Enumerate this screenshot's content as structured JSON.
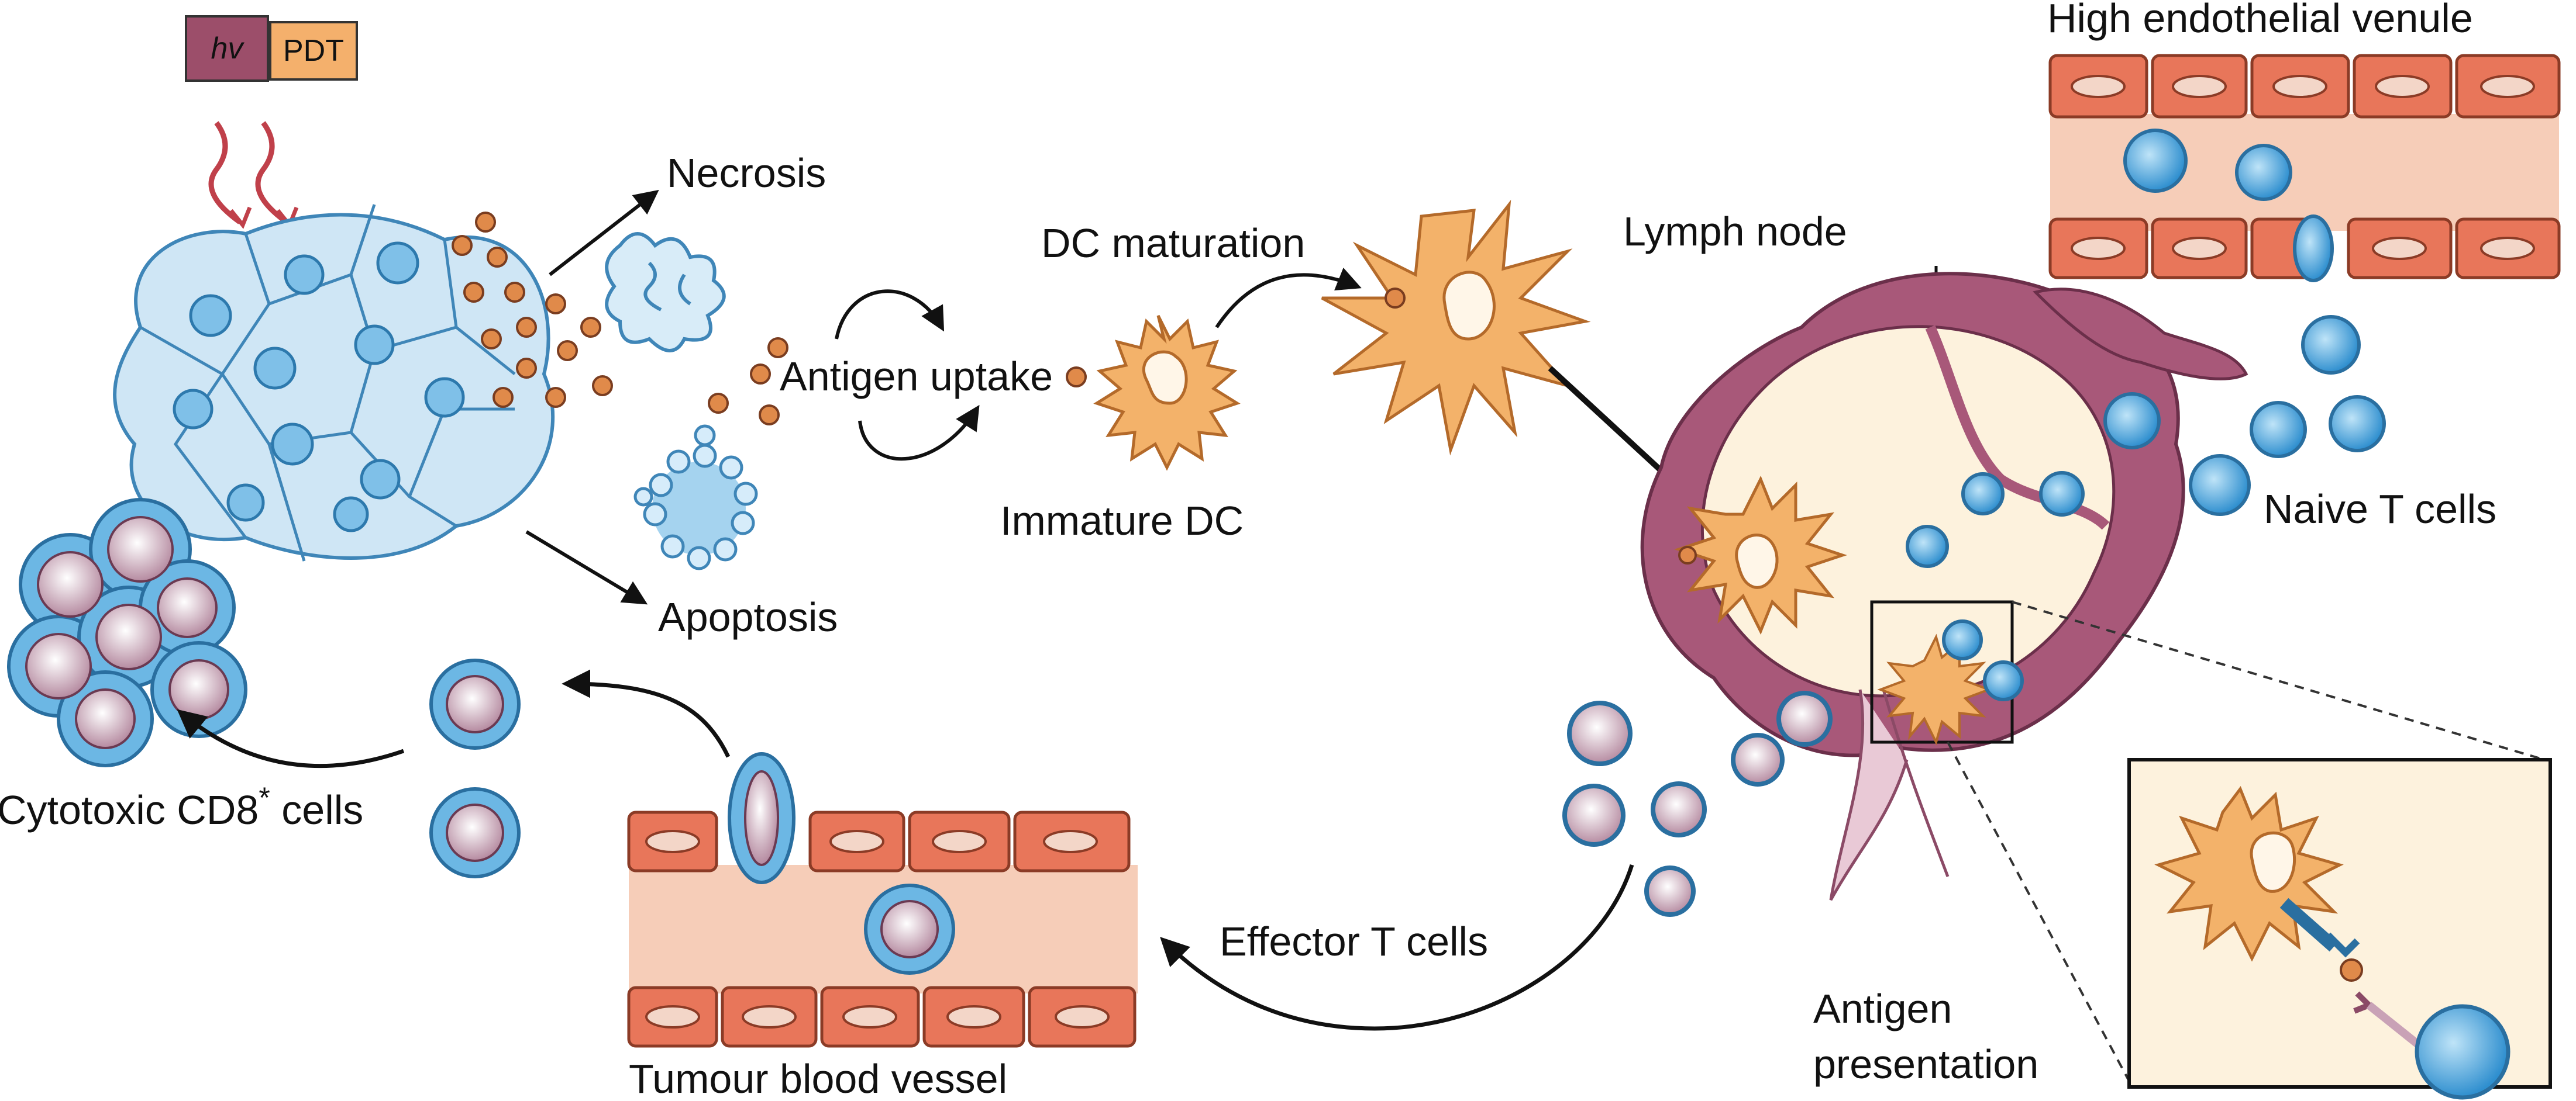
{
  "legend": {
    "hv": "hv",
    "pdt": "PDT"
  },
  "labels": {
    "necrosis": "Necrosis",
    "apoptosis": "Apoptosis",
    "antigen_uptake": "Antigen uptake",
    "dc_maturation": "DC maturation",
    "immature_dc": "Immature DC",
    "lymph_node": "Lymph node",
    "high_endothelial_venule": "High endothelial venule",
    "naive_t_cells": "Naive T cells",
    "cytotoxic_cd8_prefix": "Cytotoxic CD8",
    "cytotoxic_cd8_sup": "*",
    "cytotoxic_cd8_suffix": " cells",
    "effector_t_cells": "Effector T cells",
    "tumour_blood_vessel": "Tumour blood vessel",
    "antigen_presentation_line1": "Antigen",
    "antigen_presentation_line2": "presentation"
  },
  "colors": {
    "tumour_cell": "#cfe6f5",
    "nucleus": "#7fc0e8",
    "antigen": "#e08a4a",
    "dc": "#f3b26a",
    "endothelium": "#e8765a",
    "vessel_lumen": "#f6cdb8",
    "lymph_node_outer": "#a85879",
    "lymph_node_inner": "#fdf2dd",
    "t_cell": "#4aa7de",
    "cd8_core": "#c9a2b6",
    "hv_box": "#9c4e6a",
    "pdt_box": "#f4b06c"
  }
}
